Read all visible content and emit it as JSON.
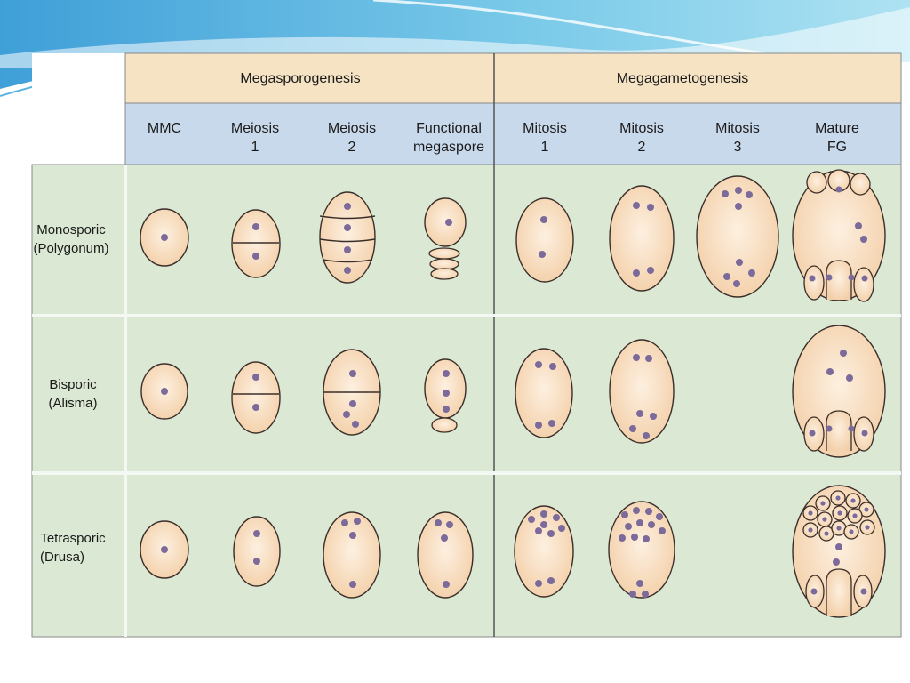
{
  "table": {
    "groups": [
      "Megasporogenesis",
      "Megagametogenesis"
    ],
    "stages": [
      [
        "MMC"
      ],
      [
        "Meiosis",
        "1"
      ],
      [
        "Meiosis",
        "2"
      ],
      [
        "Functional",
        "megaspore"
      ],
      [
        "Mitosis",
        "1"
      ],
      [
        "Mitosis",
        "2"
      ],
      [
        "Mitosis",
        "3"
      ],
      [
        "Mature",
        "FG"
      ]
    ],
    "rows": [
      [
        "Monosporic",
        "(Polygonum)"
      ],
      [
        "Bisporic",
        "(Alisma)"
      ],
      [
        "Tetrasporic",
        "(Drusa)"
      ]
    ]
  },
  "colors": {
    "header": "#f5e3c4",
    "subheader": "#c9d9ec",
    "body": "#dbe8d3",
    "cell_fill": "#f8dcbc",
    "nucleus": "#7c6a9a",
    "sky": "#4aa3d8"
  }
}
